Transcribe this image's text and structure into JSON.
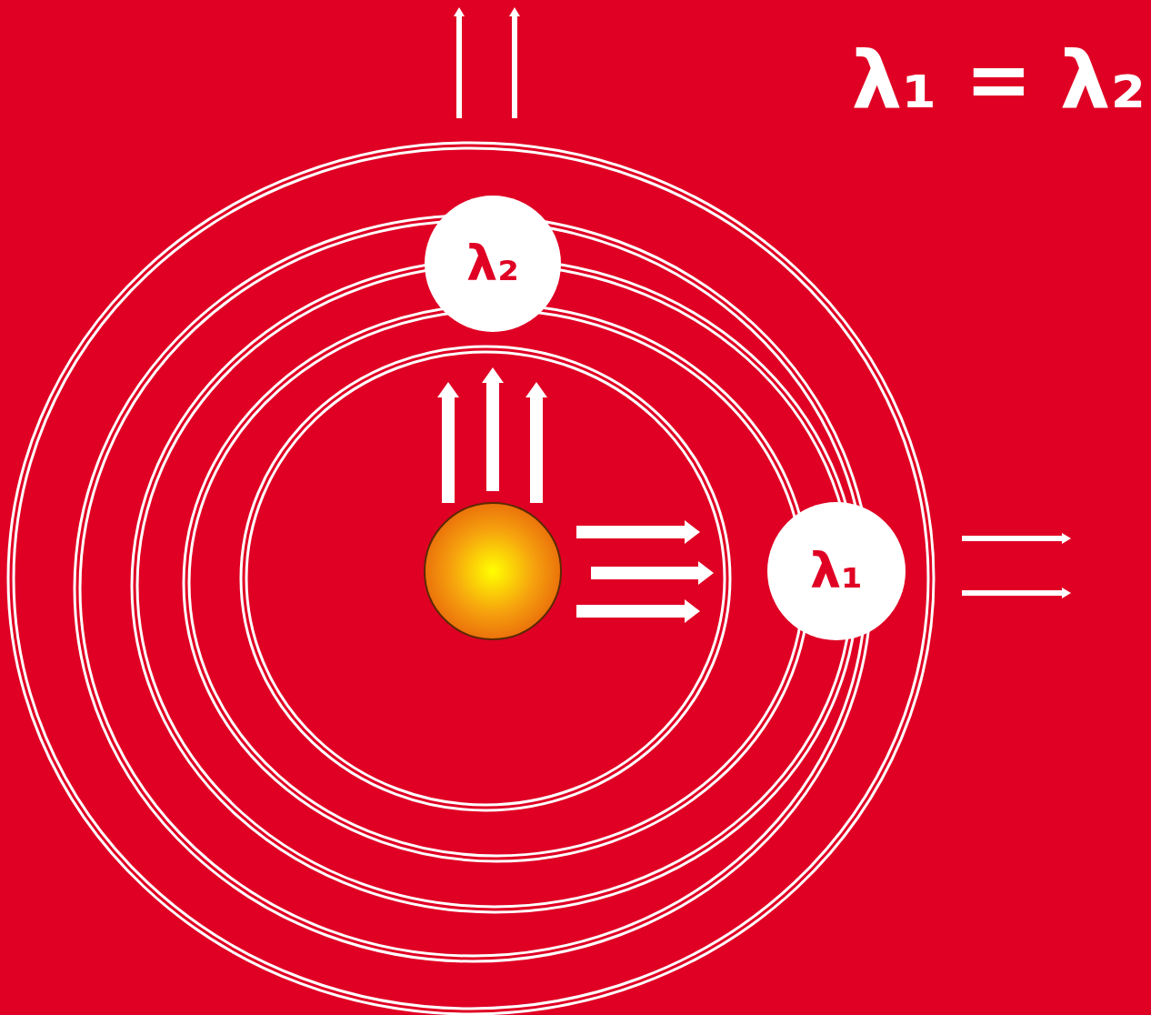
{
  "diagram": {
    "nodes": [
      {
        "text": [
          "λ₂"
        ]
      },
      {
        "text": [
          "λ₁"
        ]
      }
    ],
    "labels": [
      "λ₁ = λ₂"
    ]
  }
}
